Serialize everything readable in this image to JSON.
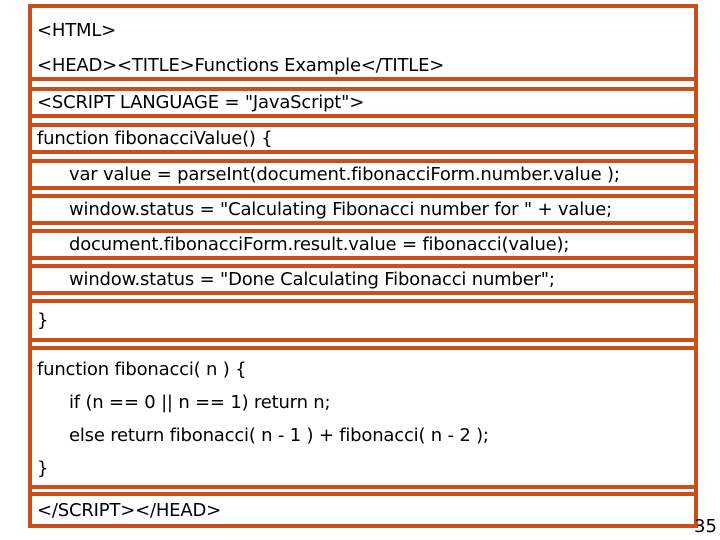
{
  "slide": {
    "type": "code-presentation-slide",
    "background_color": "#ffffff",
    "box_border_color": "#ce4e1b",
    "text_color": "#000000",
    "page_number": "35"
  },
  "code_boxes": [
    {
      "lines": [
        "<HTML>",
        "<HEAD><TITLE>Functions Example</TITLE>"
      ]
    },
    {
      "lines": [
        "<SCRIPT LANGUAGE = \"JavaScript\">"
      ]
    },
    {
      "lines": [
        "function fibonacciValue() {"
      ]
    },
    {
      "lines": [
        "var value = parseInt(document.fibonacciForm.number.value );"
      ]
    },
    {
      "lines": [
        "window.status = \"Calculating Fibonacci number for \" + value;"
      ]
    },
    {
      "lines": [
        "document.fibonacciForm.result.value = fibonacci(value);"
      ]
    },
    {
      "lines": [
        "window.status = \"Done Calculating Fibonacci number\";"
      ]
    },
    {
      "lines": [
        "}"
      ]
    },
    {
      "lines": [
        "function fibonacci( n ) {",
        "if (n == 0 || n == 1) return n;",
        "else return fibonacci( n - 1 ) + fibonacci( n - 2 );",
        "}"
      ]
    },
    {
      "lines": [
        "</SCRIPT></HEAD>"
      ]
    }
  ]
}
